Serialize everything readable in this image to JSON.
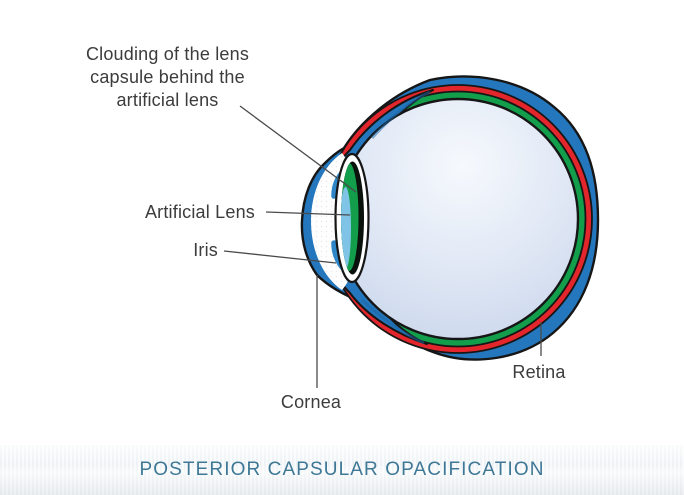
{
  "diagram": {
    "clouding_label": "Clouding of the lens\ncapsule behind the\nartificial lens",
    "artificial_lens_label": "Artificial Lens",
    "iris_label": "Iris",
    "cornea_label": "Cornea",
    "retina_label": "Retina"
  },
  "banner": {
    "title": "POSTERIOR CAPSULAR OPACIFICATION"
  },
  "colors": {
    "sclera_blue": "#2477BD",
    "iris_blue": "#2E86C8",
    "retina_green": "#129E4A",
    "choroid_red": "#E3262B",
    "lens_highlight_blue": "#7FC4E6",
    "clouded_capsule_dark": "#0B120D",
    "vitreous_fill": "#DCE5F3",
    "label_text": "#3C3C3C",
    "banner_text": "#3E7896"
  }
}
